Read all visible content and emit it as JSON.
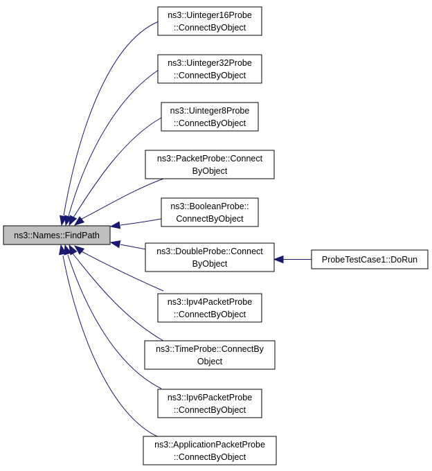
{
  "graph": {
    "edge_color": "#191970",
    "root_fill": "#bfbfbf",
    "root": {
      "id": "root",
      "lines": [
        "ns3::Names::FindPath"
      ]
    },
    "callers": [
      {
        "id": "u16",
        "lines": [
          "ns3::Uinteger16Probe",
          "::ConnectByObject"
        ]
      },
      {
        "id": "u32",
        "lines": [
          "ns3::Uinteger32Probe",
          "::ConnectByObject"
        ]
      },
      {
        "id": "u8",
        "lines": [
          "ns3::Uinteger8Probe",
          "::ConnectByObject"
        ]
      },
      {
        "id": "packet",
        "lines": [
          "ns3::PacketProbe::Connect",
          "ByObject"
        ]
      },
      {
        "id": "boolean",
        "lines": [
          "ns3::BooleanProbe::",
          "ConnectByObject"
        ]
      },
      {
        "id": "double",
        "lines": [
          "ns3::DoubleProbe::Connect",
          "ByObject"
        ]
      },
      {
        "id": "ipv4",
        "lines": [
          "ns3::Ipv4PacketProbe",
          "::ConnectByObject"
        ]
      },
      {
        "id": "time",
        "lines": [
          "ns3::TimeProbe::ConnectBy",
          "Object"
        ]
      },
      {
        "id": "ipv6",
        "lines": [
          "ns3::Ipv6PacketProbe",
          "::ConnectByObject"
        ]
      },
      {
        "id": "app",
        "lines": [
          "ns3::ApplicationPacketProbe",
          "::ConnectByObject"
        ]
      }
    ],
    "second_level": [
      {
        "id": "probetest",
        "lines": [
          "ProbeTestCase1::DoRun"
        ],
        "calls": "double"
      }
    ]
  }
}
